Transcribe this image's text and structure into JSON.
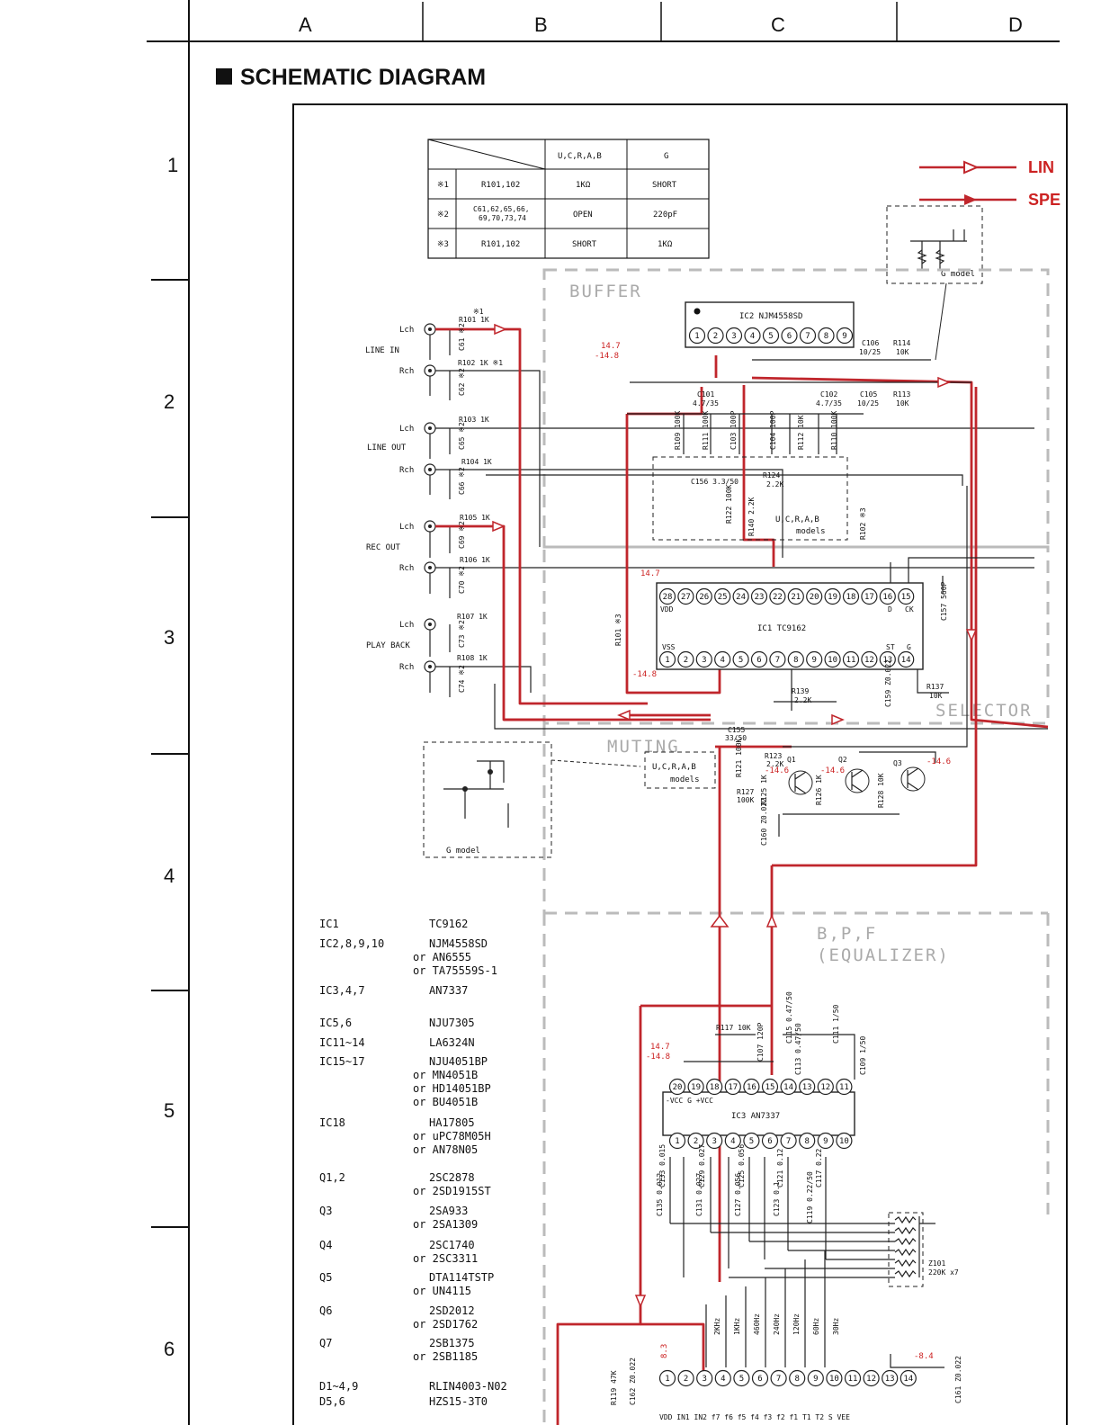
{
  "title": "SCHEMATIC DIAGRAM",
  "grid": {
    "columns": [
      "A",
      "B",
      "C",
      "D"
    ],
    "rows": [
      "1",
      "2",
      "3",
      "4",
      "5",
      "6"
    ]
  },
  "legend": {
    "line": "LIN",
    "speaker": "SPE"
  },
  "model_table": {
    "headers": [
      "",
      "U,C,R,A,B",
      "G"
    ],
    "rows": [
      [
        "※1",
        "R101,102",
        "1KΩ",
        "SHORT"
      ],
      [
        "※2",
        "C61,62,65,66,\n69,70,73,74",
        "OPEN",
        "220pF"
      ],
      [
        "※3",
        "R101,102",
        "SHORT",
        "1KΩ"
      ]
    ]
  },
  "blocks": {
    "buffer": "BUFFER",
    "selector": "SELECTOR",
    "muting": "MUTING",
    "bpf": "B,P,F",
    "equalizer": "(EQUALIZER)"
  },
  "jacks": {
    "line_in": "LINE IN",
    "line_out": "LINE OUT",
    "rec_out": "REC OUT",
    "play_back": "PLAY BACK",
    "lch": "Lch",
    "rch": "Rch"
  },
  "ics": {
    "ic2": "IC2  NJM4558SD",
    "ic1": "IC1   TC9162",
    "ic3": "IC3  AN7337",
    "ic1_vdd": "VDD",
    "ic1_vss": "VSS",
    "ic1_d": "D",
    "ic1_ck": "CK",
    "ic1_st": "ST",
    "ic1_g": "G",
    "ic3_rail": "-VCC  G  +VCC"
  },
  "model_boxes": {
    "ucrab": "U,C,R,A,B",
    "models": "models",
    "g_model": "G model"
  },
  "voltages": {
    "p147": "14.7",
    "m148": "-14.8",
    "m146": "-14.6",
    "m84": "-8.4",
    "p83": "8.3"
  },
  "eq_bands": [
    "2KHz",
    "1KHz",
    "460Hz",
    "240Hz",
    "120Hz",
    "60Hz",
    "30Hz"
  ],
  "ic6_pins": "VDD  IN1  IN2  f7  f6  f5  f4  f3  f2  f1  T1  T2  S  VEE",
  "z101": {
    "name": "Z101",
    "value": "220K x7"
  },
  "parts_list": [
    [
      "IC1",
      "TC9162"
    ],
    [
      "IC2,8,9,10",
      "NJM4558SD"
    ],
    [
      "",
      "or AN6555"
    ],
    [
      "",
      "or TA75559S-1"
    ],
    [
      "IC3,4,7",
      "AN7337"
    ],
    [
      "IC5,6",
      "NJU7305"
    ],
    [
      "IC11~14",
      "LA6324N"
    ],
    [
      "IC15~17",
      "NJU4051BP"
    ],
    [
      "",
      "or MN4051B"
    ],
    [
      "",
      "or HD14051BP"
    ],
    [
      "",
      "or BU4051B"
    ],
    [
      "IC18",
      "HA17805"
    ],
    [
      "",
      "or uPC78M05H"
    ],
    [
      "",
      "or AN78N05"
    ],
    [
      "Q1,2",
      "2SC2878"
    ],
    [
      "",
      "or 2SD1915ST"
    ],
    [
      "Q3",
      "2SA933"
    ],
    [
      "",
      "or 2SA1309"
    ],
    [
      "Q4",
      "2SC1740"
    ],
    [
      "",
      "or 2SC3311"
    ],
    [
      "Q5",
      "DTA114TSTP"
    ],
    [
      "",
      "or UN4115"
    ],
    [
      "Q6",
      "2SD2012"
    ],
    [
      "",
      "or 2SD1762"
    ],
    [
      "Q7",
      "2SB1375"
    ],
    [
      "",
      "or 2SB1185"
    ],
    [
      "D1~4,9",
      "RLIN4003-N02"
    ],
    [
      "D5,6",
      "HZS15-3T0"
    ]
  ],
  "component_labels": [
    {
      "text": "R101 1K",
      "k": "r101"
    },
    {
      "text": "R102 1K ※1",
      "k": "r102"
    },
    {
      "text": "R103 1K",
      "k": "r103"
    },
    {
      "text": "R104 1K",
      "k": "r104"
    },
    {
      "text": "R105 1K",
      "k": "r105"
    },
    {
      "text": "R106 1K",
      "k": "r106"
    },
    {
      "text": "R107 1K",
      "k": "r107"
    },
    {
      "text": "R108 1K",
      "k": "r108"
    },
    {
      "text": "C101 4.7/35",
      "k": "c101"
    },
    {
      "text": "C102 4.7/35",
      "k": "c102"
    },
    {
      "text": "C105 10/25",
      "k": "c105"
    },
    {
      "text": "C106 10/25",
      "k": "c106"
    },
    {
      "text": "R114 10K",
      "k": "r114"
    },
    {
      "text": "R113 10K",
      "k": "r113"
    },
    {
      "text": "C156 3.3/50",
      "k": "c156"
    },
    {
      "text": "R124 2.2K",
      "k": "r124"
    },
    {
      "text": "C157 560P",
      "k": "c157"
    },
    {
      "text": "R139 2.2K",
      "k": "r139"
    },
    {
      "text": "R137 10K",
      "k": "r137"
    },
    {
      "text": "C155 33/50",
      "k": "c155"
    },
    {
      "text": "R123 2.2K",
      "k": "r123"
    },
    {
      "text": "Q1",
      "k": "q1"
    },
    {
      "text": "Q2",
      "k": "q2"
    },
    {
      "text": "Q3",
      "k": "q3"
    },
    {
      "text": "R117 10K",
      "k": "r117"
    },
    {
      "text": "C107 120P",
      "k": "c107"
    },
    {
      "text": "C115 0.47/50",
      "k": "c115"
    },
    {
      "text": "C111 1/50",
      "k": "c111"
    },
    {
      "text": "C113 0.47/50",
      "k": "c113"
    },
    {
      "text": "C109 1/50",
      "k": "c109"
    },
    {
      "text": "R119 47K",
      "k": "r119"
    },
    {
      "text": "C162 Z0.022",
      "k": "c162"
    },
    {
      "text": "C161 Z0.022",
      "k": "c161"
    }
  ],
  "vertical_labels": {
    "r109": "R109 100K",
    "r111": "R111 100K",
    "c103": "C103 100P",
    "c104": "C104 100P",
    "r112": "R112 10K",
    "r110": "R110 100K",
    "r122": "R122 100K",
    "r140": "R140 2.2K",
    "r102b": "R102 ※3",
    "r101b": "R101 ※3",
    "c159": "C159 Z0.022",
    "r121": "R121 100K",
    "r125": "R125 1K",
    "r126": "R126 1K",
    "r128": "R128 10K",
    "r127": "R127 100K",
    "c160": "C160 Z0.022",
    "c133": "C133 0.015",
    "c129": "C129 0.027",
    "c125": "C125 0.056",
    "c121": "C121 0.12",
    "c117": "C117 0.22",
    "c135": "C135 0.012",
    "c131": "C131 0.027",
    "c127": "C127 0.056",
    "c123": "C123 0.1",
    "c119": "C119 0.22/50",
    "c61": "C61 ※2",
    "c62": "C62 ※2",
    "c65": "C65 ※2",
    "c66": "C66 ※2",
    "c69": "C69 ※2",
    "c70": "C70 ※2",
    "c73": "C73 ※2",
    "c74": "C74 ※2"
  },
  "colors": {
    "signal_red": "#c0262c",
    "block_grey": "#bbbbbb",
    "ink": "#222222"
  }
}
